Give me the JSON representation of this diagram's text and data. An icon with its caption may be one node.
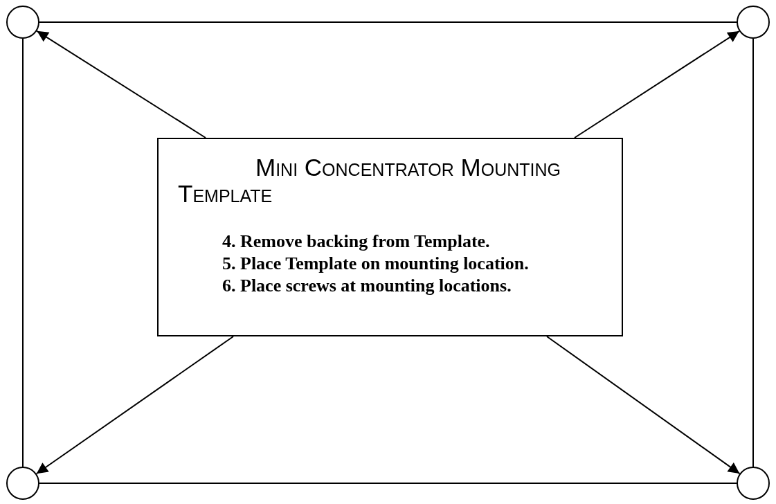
{
  "diagram": {
    "nodes": [
      {
        "text": [],
        "shape": "circle"
      },
      {
        "text": [],
        "shape": "circle"
      },
      {
        "text": [
          "Mini Concentrator Mounting Template",
          "4. Remove backing from Template.",
          "5. Place Template on mounting location.",
          "6. Place screws at mounting locations."
        ]
      },
      {
        "text": [],
        "shape": "circle"
      },
      {
        "text": [],
        "shape": "circle"
      }
    ],
    "edges": [
      {
        "from": 0,
        "to": 1,
        "arrow": "none"
      },
      {
        "from": 0,
        "to": 3,
        "arrow": "none"
      },
      {
        "from": 1,
        "to": 4,
        "arrow": "none"
      },
      {
        "from": 3,
        "to": 4,
        "arrow": "none"
      },
      {
        "from": 2,
        "to": 0,
        "arrow": "to"
      },
      {
        "from": 2,
        "to": 1,
        "arrow": "to"
      },
      {
        "from": 2,
        "to": 3,
        "arrow": "to"
      },
      {
        "from": 2,
        "to": 4,
        "arrow": "to"
      }
    ]
  }
}
